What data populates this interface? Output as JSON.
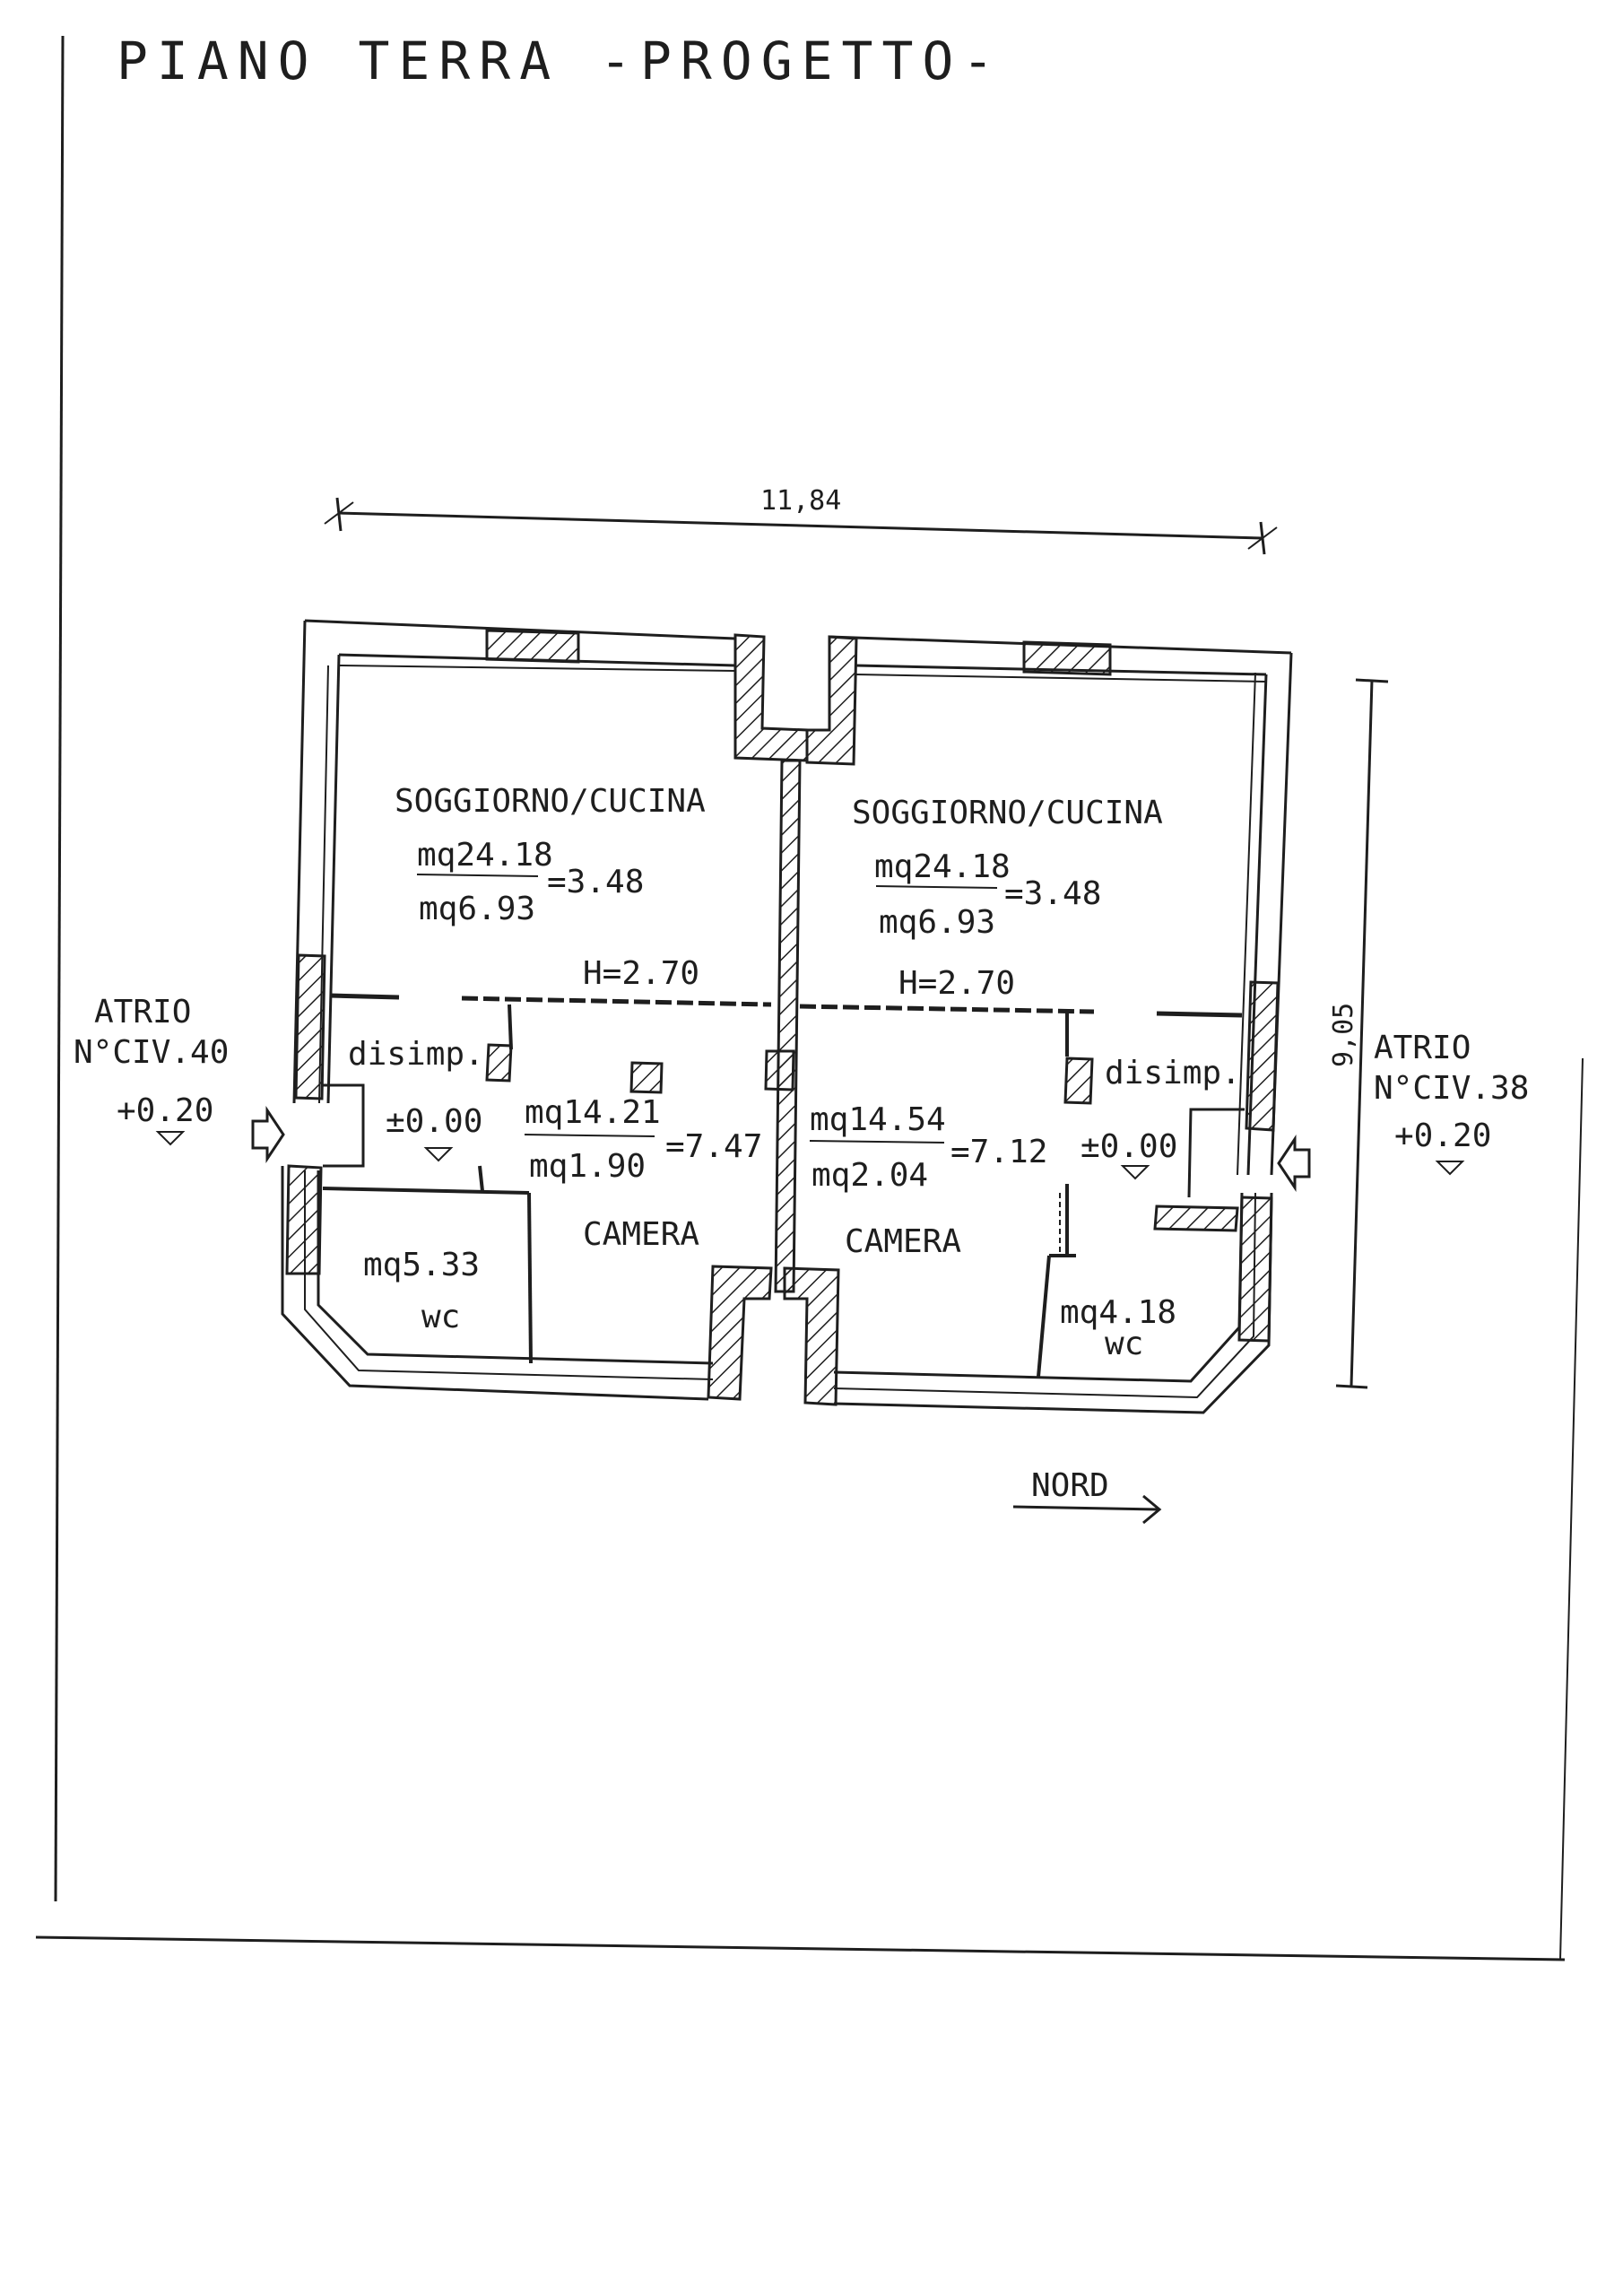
{
  "title": "PIANO TERRA -PROGETTO-",
  "dimensions": {
    "width": "11,84",
    "depth": "9,05"
  },
  "units": [
    {
      "living": {
        "name": "SOGGIORNO/CUCINA",
        "area": "mq24.18",
        "window_area": "mq6.93",
        "ratio": "=3.48",
        "height": "H=2.70"
      },
      "hall": {
        "name": "disimp.",
        "level": "±0.00"
      },
      "bedroom": {
        "name": "CAMERA",
        "area": "mq14.21",
        "window_area": "mq1.90",
        "ratio": "=7.47"
      },
      "bath": {
        "name": "wc",
        "area": "mq5.33"
      },
      "entrance": {
        "name": "ATRIO",
        "civic": "N°CIV.40",
        "level": "+0.20"
      }
    },
    {
      "living": {
        "name": "SOGGIORNO/CUCINA",
        "area": "mq24.18",
        "window_area": "mq6.93",
        "ratio": "=3.48",
        "height": "H=2.70"
      },
      "hall": {
        "name": "disimp.",
        "level": "±0.00"
      },
      "bedroom": {
        "name": "CAMERA",
        "area": "mq14.54",
        "window_area": "mq2.04",
        "ratio": "=7.12"
      },
      "bath": {
        "name": "wc",
        "area": "mq4.18"
      },
      "entrance": {
        "name": "ATRIO",
        "civic": "N°CIV.38",
        "level": "+0.20"
      }
    }
  ],
  "north_label": "NORD",
  "colors": {
    "ink": "#1e1e1e",
    "paper": "#ffffff"
  }
}
